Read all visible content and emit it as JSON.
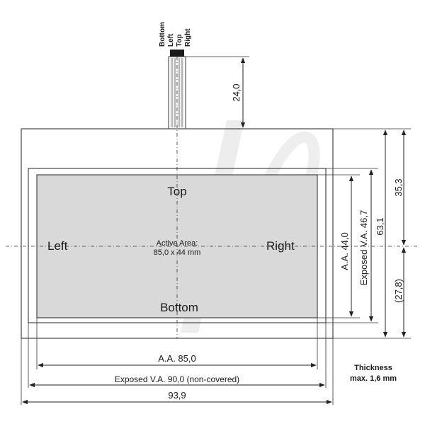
{
  "connector_labels": [
    "Bottom",
    "Left",
    "Top",
    "Right"
  ],
  "panel": {
    "top": "Top",
    "bottom": "Bottom",
    "left": "Left",
    "right": "Right",
    "active_area_title": "Active Area:",
    "active_area_size": "85,0 x 44 mm"
  },
  "dimensions": {
    "tail_length": "24,0",
    "aa_height": "A.A. 44,0",
    "exposed_height": "Exposed V.A. 46,7",
    "total_height": "63,1",
    "upper_height": "35,3",
    "lower_height": "(27,8)",
    "aa_width": "A.A. 85,0",
    "exposed_width": "Exposed V.A. 90,0 (non-covered)",
    "total_width": "93,9"
  },
  "thickness": {
    "title": "Thickness",
    "value": "max. 1,6 mm"
  },
  "colors": {
    "active_area_fill": "#d9d9d9",
    "connector_dark": "#1a1a1a",
    "watermark": "#e6e6e6"
  }
}
